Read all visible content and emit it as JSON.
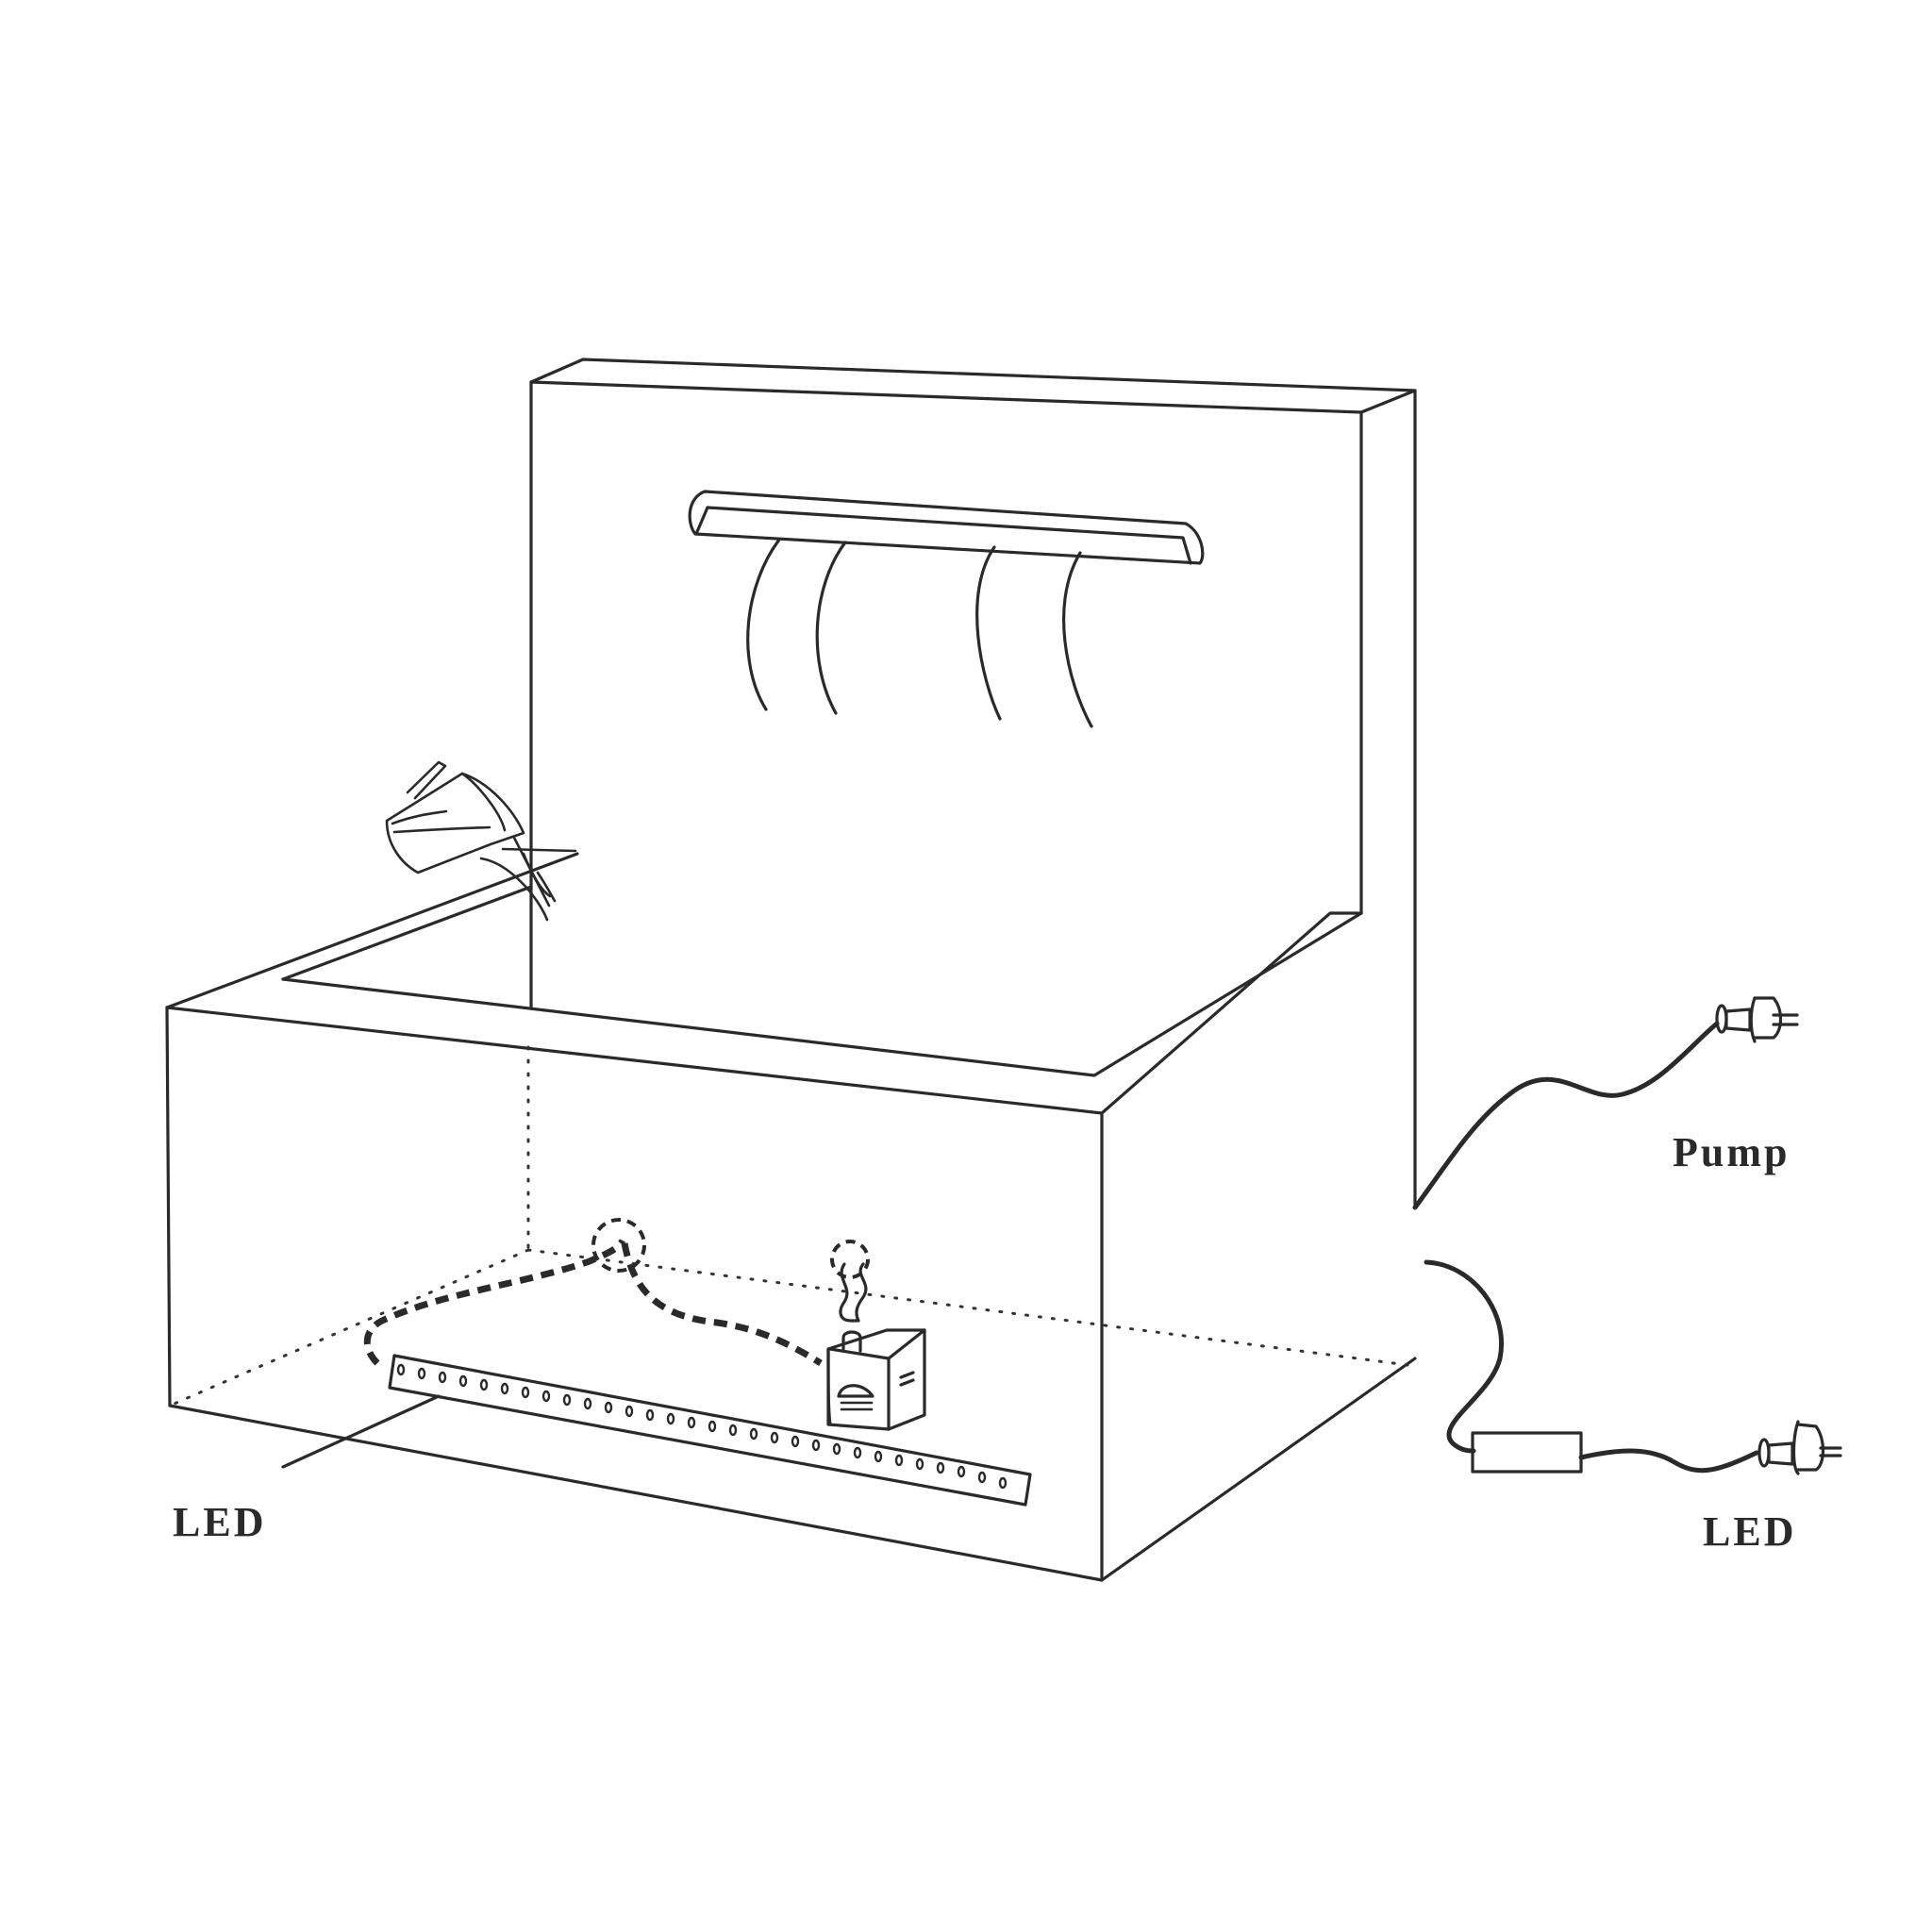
{
  "diagram": {
    "type": "installation-illustration",
    "subject": "Water wall fountain with pump and LED strip",
    "labels": {
      "led_strip_label": "LED",
      "pump_plug_label": "Pump",
      "led_plug_label": "LED"
    },
    "components": [
      {
        "name": "back-wall-panel"
      },
      {
        "name": "water-spillway-blade"
      },
      {
        "name": "water-streams",
        "count": 4
      },
      {
        "name": "basin"
      },
      {
        "name": "watering-jug-filling"
      },
      {
        "name": "submersible-pump"
      },
      {
        "name": "led-strip",
        "led_count": 30
      },
      {
        "name": "pump-power-cord-with-plug"
      },
      {
        "name": "led-power-cord-with-transformer-and-plug"
      }
    ],
    "colors": {
      "line": "#2a2a2a",
      "background": "#ffffff"
    }
  }
}
